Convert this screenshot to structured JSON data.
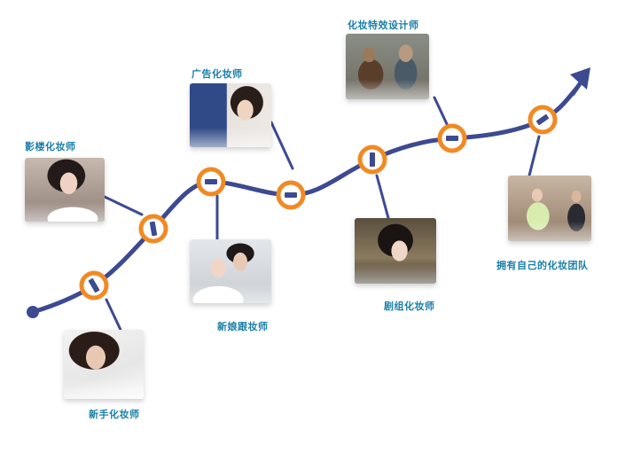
{
  "colors": {
    "path": "#3d4a92",
    "node_ring": "#f08a24",
    "node_bar": "#3d4a92",
    "label": "#1a7fa8"
  },
  "stages": [
    {
      "key": "novice",
      "label": "新手化妆师"
    },
    {
      "key": "film",
      "label": "影楼化妆师"
    },
    {
      "key": "bridal",
      "label": "新娘跟妆师"
    },
    {
      "key": "advertising",
      "label": "广告化妆师"
    },
    {
      "key": "drama",
      "label": "剧组化妆师"
    },
    {
      "key": "effects",
      "label": "化妆特效设计师"
    },
    {
      "key": "own_team",
      "label": "拥有自己的化妆团队"
    }
  ]
}
